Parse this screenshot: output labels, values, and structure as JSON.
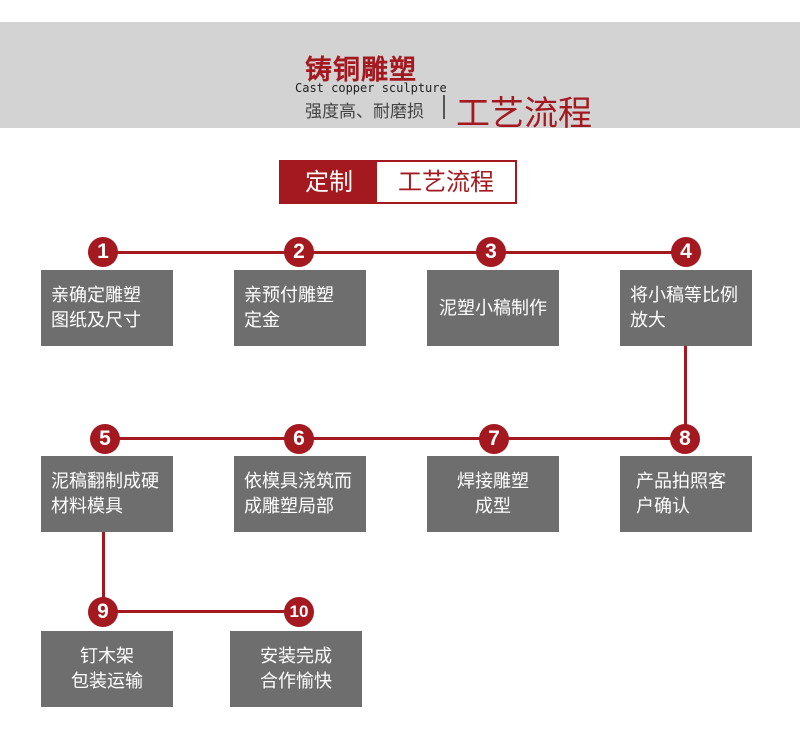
{
  "banner": {
    "title": "铸铜雕塑",
    "subtitle_en": "Cast copper sculpture",
    "subtitle_cn": "强度高、耐磨损",
    "main": "工艺流程"
  },
  "tag": {
    "left": "定制",
    "right": "工艺流程"
  },
  "steps": [
    {
      "num": "1",
      "text": "亲确定雕塑\n图纸及尺寸"
    },
    {
      "num": "2",
      "text": "亲预付雕塑\n定金"
    },
    {
      "num": "3",
      "text": "泥塑小稿制作"
    },
    {
      "num": "4",
      "text": "将小稿等比例\n放大"
    },
    {
      "num": "5",
      "text": "泥稿翻制成硬\n材料模具"
    },
    {
      "num": "6",
      "text": "依模具浇筑而\n成雕塑局部"
    },
    {
      "num": "7",
      "text": "焊接雕塑\n成型"
    },
    {
      "num": "8",
      "text": "产品拍照客\n户确认"
    },
    {
      "num": "9",
      "text": "钉木架\n包装运输"
    },
    {
      "num": "10",
      "text": "安装完成\n合作愉快"
    }
  ],
  "colors": {
    "accent": "#a3191f",
    "box": "#6e6e6e",
    "banner": "#d3d3d3"
  }
}
